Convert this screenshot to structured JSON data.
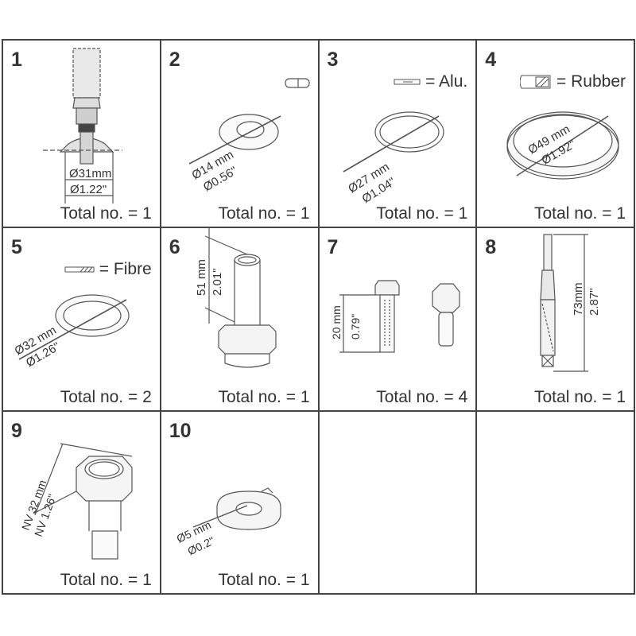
{
  "items": [
    {
      "num": "1",
      "total": "Total no. = 1",
      "dim_mm": "Ø31mm",
      "dim_in": "Ø1.22\""
    },
    {
      "num": "2",
      "total": "Total no. = 1",
      "dim_mm": "Ø14 mm",
      "dim_in": "Ø0.56\""
    },
    {
      "num": "3",
      "total": "Total no. = 1",
      "legend": "= Alu.",
      "dim_mm": "Ø27 mm",
      "dim_in": "Ø1.04\""
    },
    {
      "num": "4",
      "total": "Total no. = 1",
      "legend": "= Rubber",
      "dim_mm": "Ø49 mm",
      "dim_in": "Ø1.92\""
    },
    {
      "num": "5",
      "total": "Total no. = 2",
      "legend": "= Fibre",
      "dim_mm": "Ø32 mm",
      "dim_in": "Ø1.26\""
    },
    {
      "num": "6",
      "total": "Total no. = 1",
      "dim_mm": "51 mm",
      "dim_in": "2.01\""
    },
    {
      "num": "7",
      "total": "Total no. = 4",
      "dim_mm": "20 mm",
      "dim_in": "0.79\""
    },
    {
      "num": "8",
      "total": "Total no. = 1",
      "dim_mm": "73mm",
      "dim_in": "2.87\""
    },
    {
      "num": "9",
      "total": "Total no. = 1",
      "dim_mm": "NV 32 mm",
      "dim_in": "NV 1.26\""
    },
    {
      "num": "10",
      "total": "Total no. = 1",
      "dim_mm": "Ø5 mm",
      "dim_in": "Ø0.2\""
    }
  ]
}
